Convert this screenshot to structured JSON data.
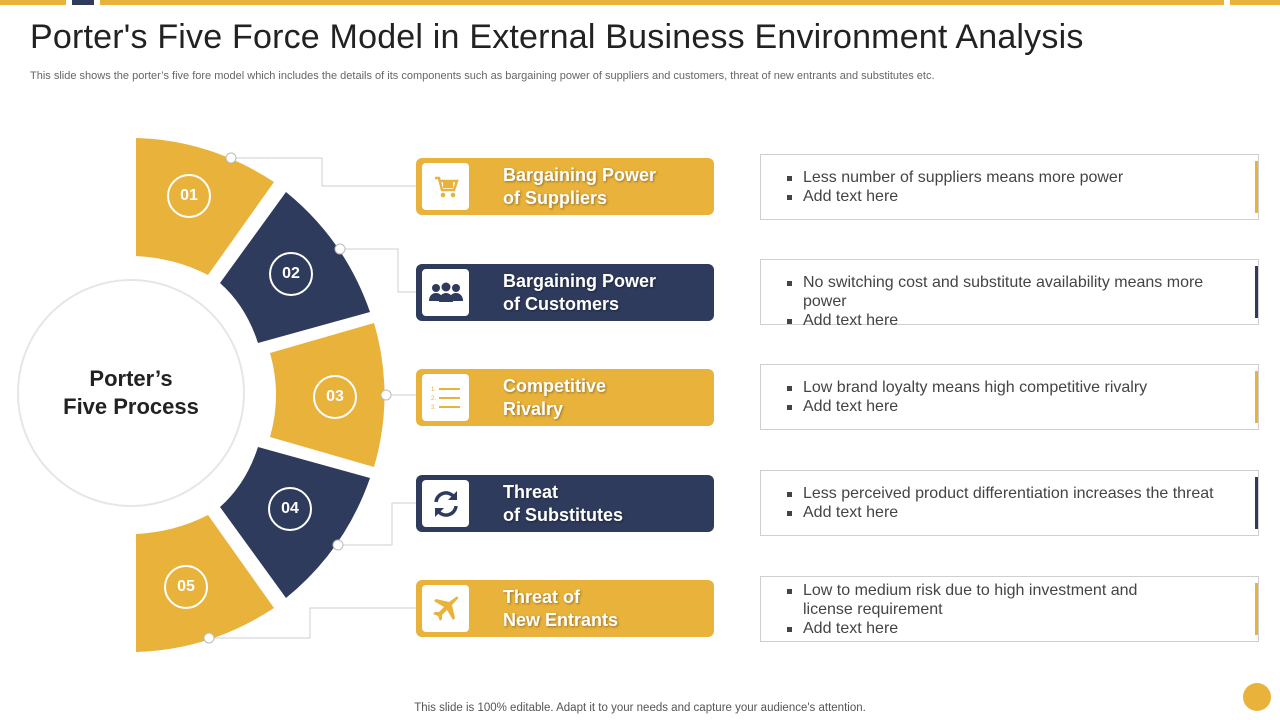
{
  "header": {
    "title": "Porter's Five Force Model in External Business Environment Analysis",
    "subtitle": "This slide shows the porter’s  five fore model which includes the details of its components such as bargaining power of suppliers and customers, threat of new entrants and substitutes etc."
  },
  "center": {
    "line1": "Porter’s",
    "line2": "Five Process"
  },
  "colors": {
    "gold": "#e8b23b",
    "navy": "#2f3b5c"
  },
  "forces": [
    {
      "number": "01",
      "label1": "Bargaining Power",
      "label2": "of Suppliers",
      "icon": "cart-icon",
      "color": "gold",
      "bullets": [
        "Less number  of suppliers means more power",
        "Add text here"
      ]
    },
    {
      "number": "02",
      "label1": "Bargaining Power",
      "label2": "of Customers",
      "icon": "people-icon",
      "color": "navy",
      "bullets": [
        "No switching cost and substitute availability means more power",
        "Add text here"
      ]
    },
    {
      "number": "03",
      "label1": "Competitive",
      "label2": "Rivalry",
      "icon": "list-icon",
      "color": "gold",
      "bullets": [
        "Low brand loyalty  means high competitive rivalry",
        "Add text here"
      ]
    },
    {
      "number": "04",
      "label1": "Threat",
      "label2": "of Substitutes",
      "icon": "refresh-icon",
      "color": "navy",
      "bullets": [
        "Less perceived product differentiation  increases the threat",
        "Add text here"
      ]
    },
    {
      "number": "05",
      "label1": "Threat of",
      "label2": "New Entrants",
      "icon": "airplane-icon",
      "color": "gold",
      "bullets": [
        "Low to medium risk due to high investment  and license requirement",
        "Add text here"
      ]
    }
  ],
  "footer": {
    "text": "This slide is 100% editable. Adapt it to your needs and capture your audience's attention."
  }
}
